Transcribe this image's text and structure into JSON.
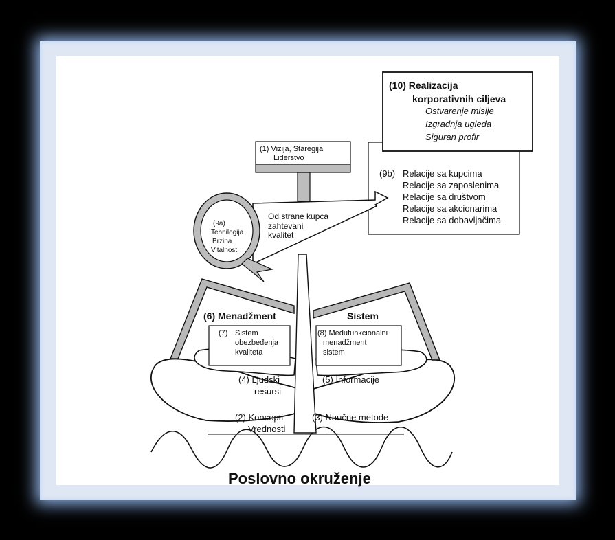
{
  "diagram": {
    "title": "Poslovno okruženje",
    "box10": {
      "line1": "(10) Realizacija",
      "line2": "korporativnih ciljeva",
      "items": [
        "Ostvarenje misije",
        "Izgradnja ugleda",
        "Siguran profir"
      ]
    },
    "box9b": {
      "label": "(9b)",
      "items": [
        "Relacije sa kupcima",
        "Relacije sa zaposlenima",
        "Relacije sa društvom",
        "Relacije sa akcionarima",
        "Relacije sa dobavljačima"
      ]
    },
    "box1": {
      "line1": "(1) Vizija, Staregija",
      "line2": "Liderstvo"
    },
    "arrow_text": [
      "Od strane kupca",
      "zahtevani",
      "kvalitet"
    ],
    "circle9a": [
      "(9a)",
      "Tehnilogija",
      "Brzina",
      "Vitalnost"
    ],
    "mgmt_label": "(6) Menadžment",
    "sistem_label": "Sistem",
    "box7": [
      "(7)",
      "Sistem",
      "obezbeđenja",
      "kvaliteta"
    ],
    "box8": [
      "(8) Međufunkcionalni",
      "menadžment",
      "sistem"
    ],
    "hr": [
      "(4) Ljudski",
      "resursi"
    ],
    "info": "(5) Informacije",
    "concepts": [
      "(2) Koncepti",
      "Vrednosti"
    ],
    "methods": "(3) Naučne metode"
  }
}
